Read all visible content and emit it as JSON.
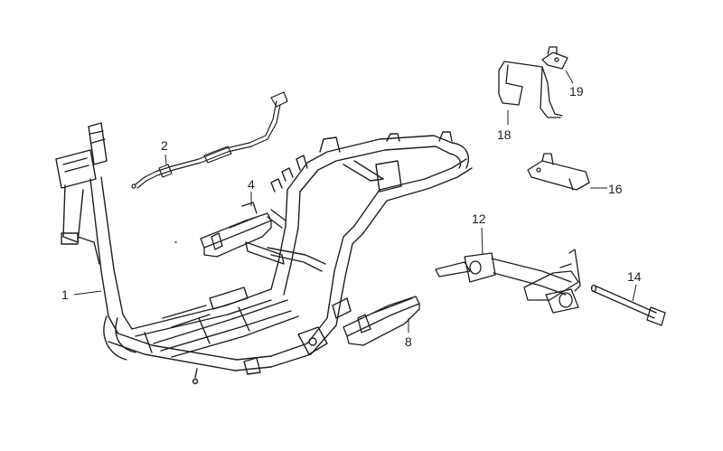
{
  "diagram": {
    "background": "#ffffff",
    "line_color": "#1e1e1e",
    "callouts": [
      {
        "id": "frame",
        "label": "1"
      },
      {
        "id": "cable",
        "label": "2"
      },
      {
        "id": "bracket-4",
        "label": "4"
      },
      {
        "id": "footrest-8",
        "label": "8"
      },
      {
        "id": "main-stand",
        "label": "12"
      },
      {
        "id": "pivot-shaft",
        "label": "14"
      },
      {
        "id": "bracket-16",
        "label": "16"
      },
      {
        "id": "battery-strap",
        "label": "18"
      },
      {
        "id": "clip",
        "label": "19"
      }
    ]
  }
}
